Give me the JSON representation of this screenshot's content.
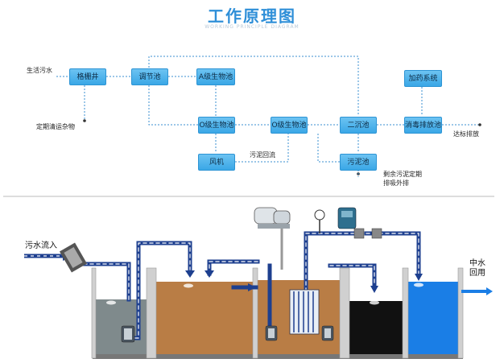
{
  "header": {
    "title": "工作原理图",
    "subtitle": "WORKING PRINCIPLE DIAGRAM"
  },
  "flow": {
    "boxes": {
      "grille": "格栅井",
      "regulating": "调节池",
      "a_bio": "A级生物池",
      "o_bio_1": "O级生物池",
      "o_bio_2": "O级生物池",
      "secondary": "二沉池",
      "dosing": "加药系统",
      "disinfect": "消毒排放池",
      "blower": "风机",
      "sludge": "污泥池"
    },
    "labels": {
      "sewage": "生活污水",
      "debris": "定期清运杂物",
      "discharge": "达标排放",
      "return": "污泥回流",
      "remaining_1": "剩余污泥定期",
      "remaining_2": "排吸外排"
    }
  },
  "plant": {
    "inflow": "污水流入",
    "reuse_1": "中水",
    "reuse_2": "回用"
  },
  "colors": {
    "accent": "#2f8fd8",
    "box": "#4fb3ec",
    "pipe": "#1d3f8f",
    "tank_gray": "#7f8a8c",
    "tank_brown": "#b97d45",
    "tank_dark": "#111111",
    "tank_blue": "#1a7ee6"
  }
}
